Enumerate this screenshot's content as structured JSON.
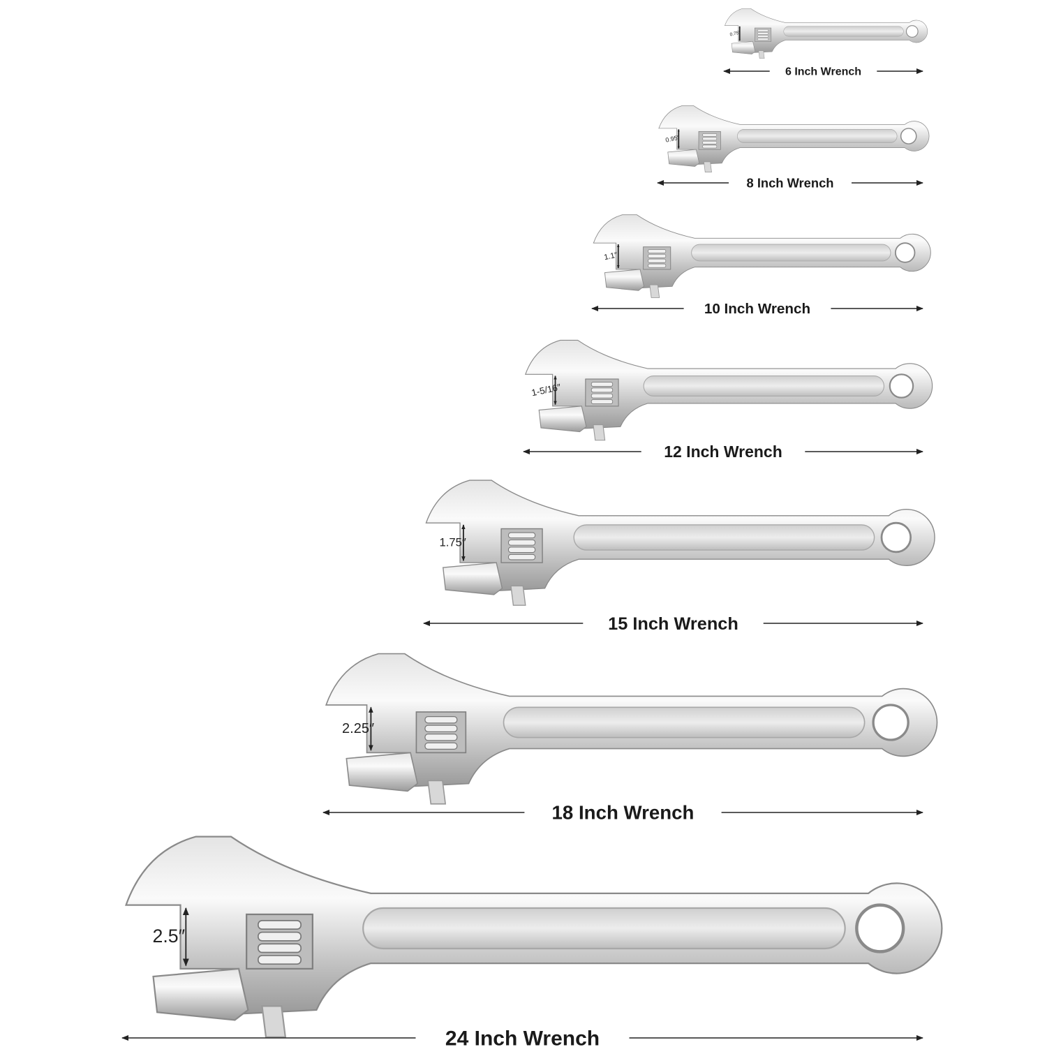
{
  "colors": {
    "steel_light": "#f2f2f2",
    "steel_mid": "#c9c9c9",
    "steel_dark": "#8d8d8d",
    "text": "#1a1a1a"
  },
  "wrenches": [
    {
      "size_label": "6 Inch Wrench",
      "jaw_capacity": "0.75″",
      "length_in": 6
    },
    {
      "size_label": "8 Inch Wrench",
      "jaw_capacity": "0.95″",
      "length_in": 8
    },
    {
      "size_label": "10 Inch Wrench",
      "jaw_capacity": "1.1″",
      "length_in": 10
    },
    {
      "size_label": "12 Inch Wrench",
      "jaw_capacity": "1-5/16″",
      "length_in": 12
    },
    {
      "size_label": "15 Inch Wrench",
      "jaw_capacity": "1.75″",
      "length_in": 15
    },
    {
      "size_label": "18 Inch Wrench",
      "jaw_capacity": "2.25″",
      "length_in": 18
    },
    {
      "size_label": "24 Inch Wrench",
      "jaw_capacity": "2.5″",
      "length_in": 24
    }
  ]
}
